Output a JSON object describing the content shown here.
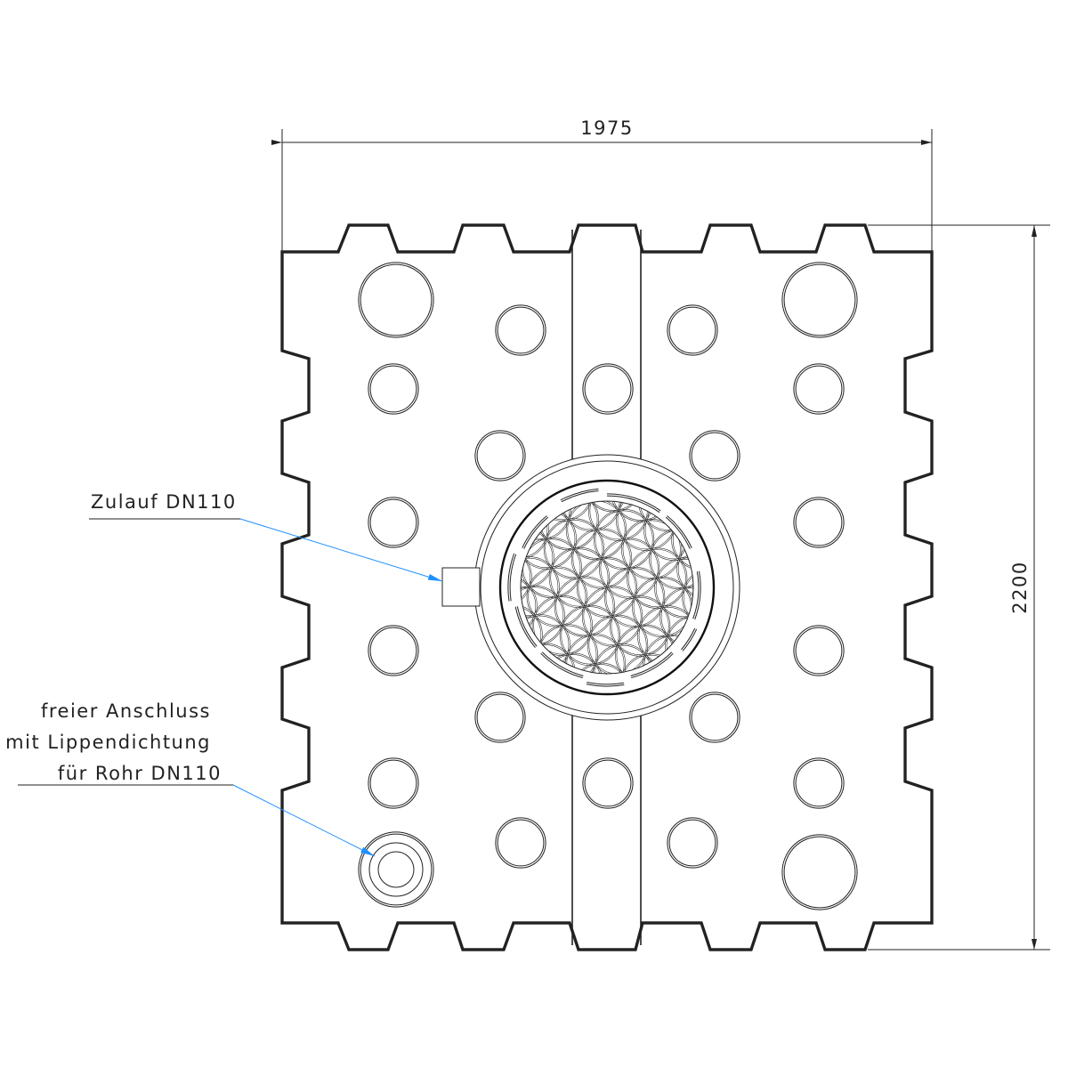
{
  "drawing": {
    "dimensions": {
      "width_label": "1975",
      "height_label": "2200"
    },
    "annotations": {
      "inlet": "Zulauf DN110",
      "free_connection": [
        "freier Anschluss",
        "mit Lippendichtung",
        "für Rohr DN110"
      ]
    },
    "colors": {
      "line": "#222222",
      "leader": "#1e90ff"
    }
  }
}
